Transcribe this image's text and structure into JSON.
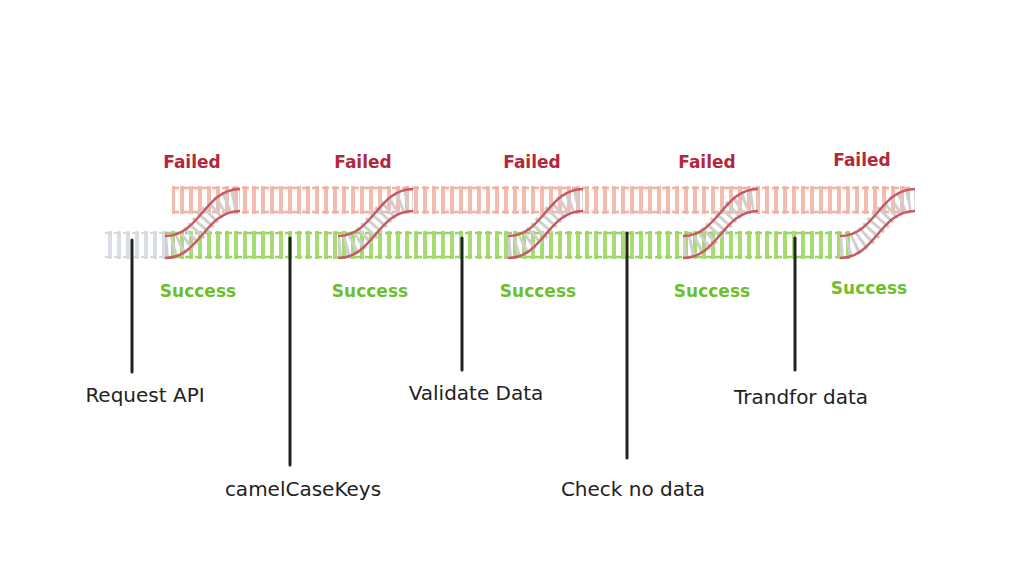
{
  "diagram": {
    "labels": [
      "Failed",
      "Failed",
      "Failed",
      "Failed",
      "Failed",
      "Success",
      "Success",
      "Success",
      "Success",
      "Success",
      "Request API",
      "Validate Data",
      "Trandfor data",
      "camelCaseKeys",
      "Check no data"
    ]
  }
}
